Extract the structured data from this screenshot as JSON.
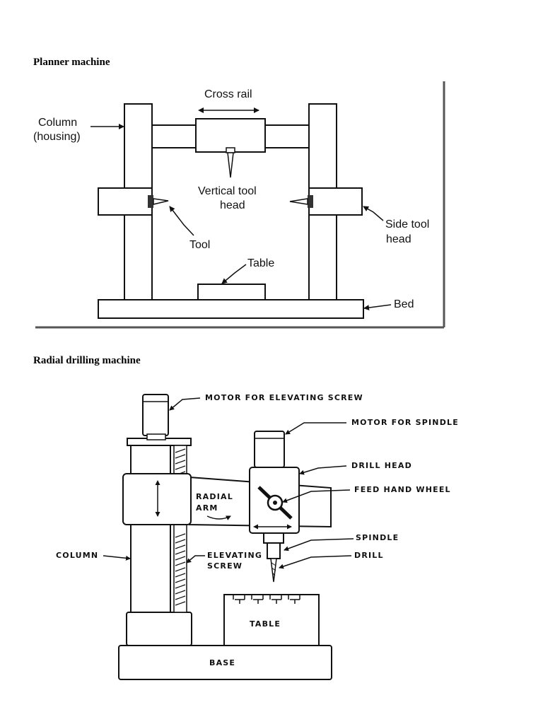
{
  "headings": {
    "planner": "Planner machine",
    "radial": "Radial drilling machine"
  },
  "planner_labels": {
    "cross_rail": "Cross rail",
    "column_1": "Column",
    "column_2": "(housing)",
    "vertical_1": "Vertical tool",
    "vertical_2": "head",
    "side_1": "Side tool",
    "side_2": "head",
    "tool": "Tool",
    "table": "Table",
    "bed": "Bed"
  },
  "radial_labels": {
    "motor_elev": "MOTOR FOR ELEVATING SCREW",
    "motor_spindle": "MOTOR FOR SPINDLE",
    "drill_head": "DRILL HEAD",
    "feed_wheel": "FEED HAND WHEEL",
    "radial_1": "RADIAL",
    "radial_2": "ARM",
    "spindle": "SPINDLE",
    "drill": "DRILL",
    "column": "COLUMN",
    "elev_1": "ELEVATING",
    "elev_2": "SCREW",
    "table": "TABLE",
    "base": "BASE"
  }
}
